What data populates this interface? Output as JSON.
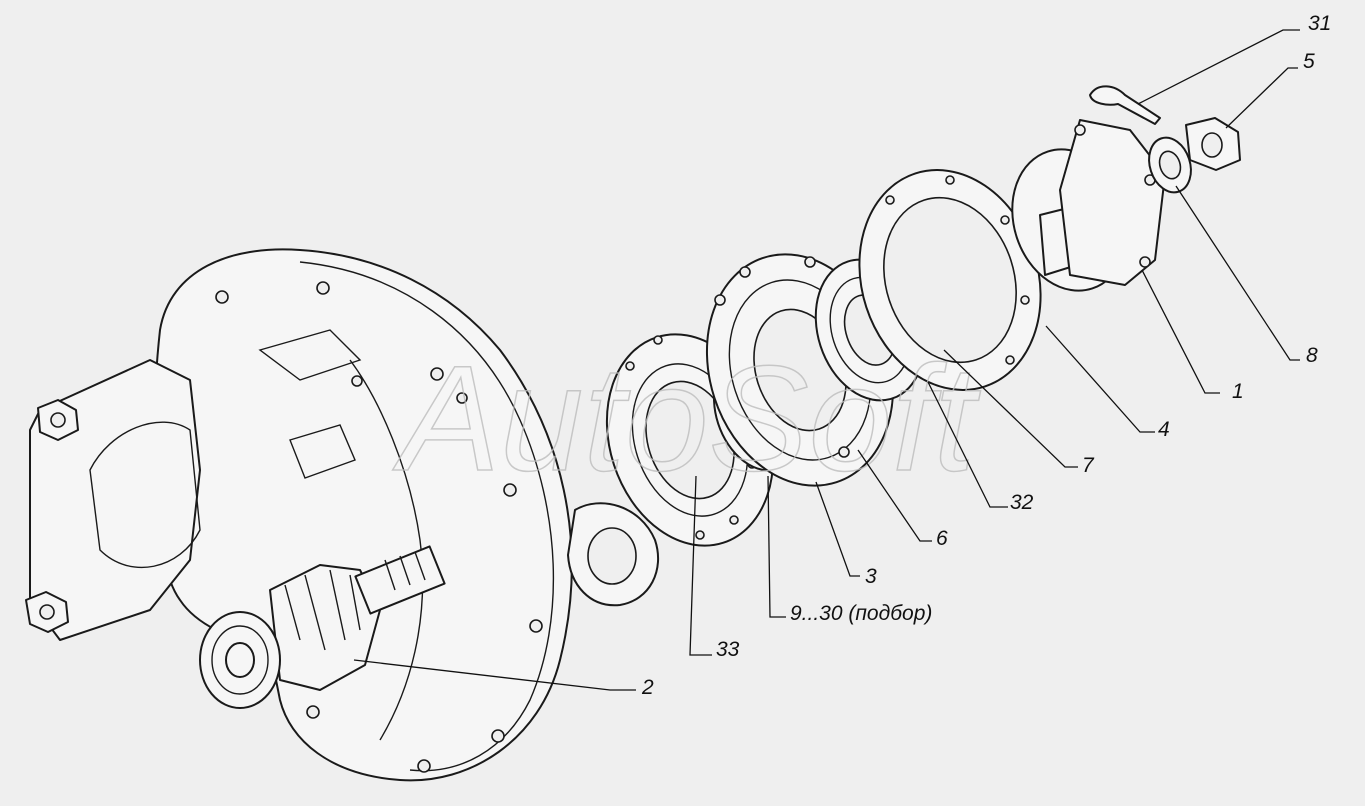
{
  "watermark": "AutoSoft",
  "callouts": [
    {
      "id": "c31",
      "label": "31"
    },
    {
      "id": "c5",
      "label": "5"
    },
    {
      "id": "c8",
      "label": "8"
    },
    {
      "id": "c1",
      "label": "1"
    },
    {
      "id": "c4",
      "label": "4"
    },
    {
      "id": "c7",
      "label": "7"
    },
    {
      "id": "c32",
      "label": "32"
    },
    {
      "id": "c6",
      "label": "6"
    },
    {
      "id": "c3",
      "label": "3"
    },
    {
      "id": "c9",
      "label": "9...30 (подбор)"
    },
    {
      "id": "c33",
      "label": "33"
    },
    {
      "id": "c2",
      "label": "2"
    }
  ]
}
